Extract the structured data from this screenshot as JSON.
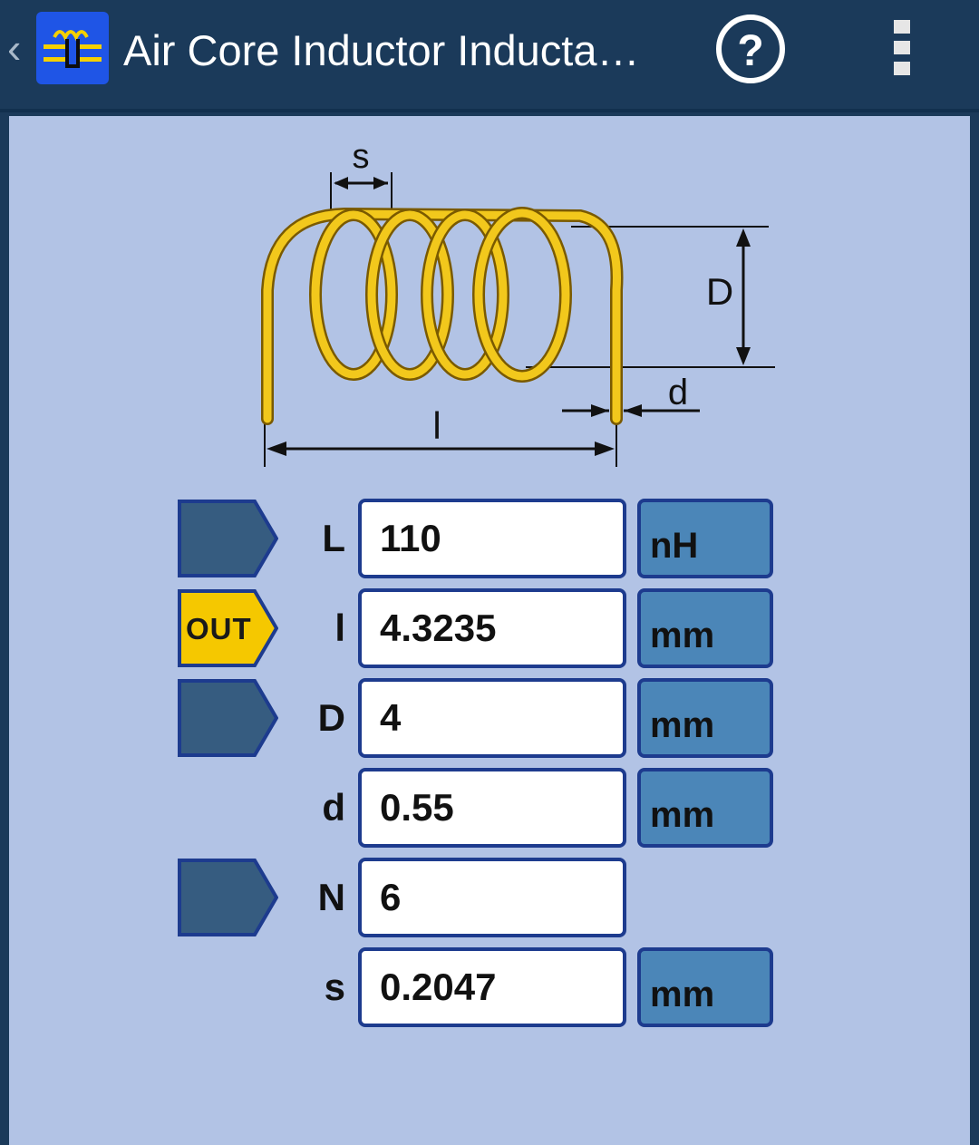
{
  "appbar": {
    "title": "Air Core Inductor Inducta…",
    "back_icon": "chevron-left-icon",
    "app_icon": "inductor-app-icon",
    "help_icon": "help-circle-icon",
    "menu_icon": "overflow-menu-icon"
  },
  "diagram": {
    "label_s": "s",
    "label_D": "D",
    "label_d": "d",
    "label_l": "l",
    "coil_color": "#f2c81c"
  },
  "colors": {
    "appbar_bg": "#1b3a5a",
    "content_bg": "#b2c3e5",
    "tag_inactive": "#365c80",
    "tag_active": "#f5c800",
    "field_border": "#1d3b8e",
    "unit_bg": "#4b86b8"
  },
  "params": [
    {
      "tag": "",
      "label": "L",
      "value": "110",
      "unit": "nH"
    },
    {
      "tag": "OUT",
      "label": "l",
      "value": "4.3235",
      "unit": "mm"
    },
    {
      "tag": "",
      "label": "D",
      "value": "4",
      "unit": "mm"
    },
    {
      "tag": "",
      "label": "d",
      "value": "0.55",
      "unit": "mm"
    },
    {
      "tag": "",
      "label": "N",
      "value": "6",
      "unit": ""
    },
    {
      "tag": "",
      "label": "s",
      "value": "0.2047",
      "unit": "mm"
    }
  ]
}
